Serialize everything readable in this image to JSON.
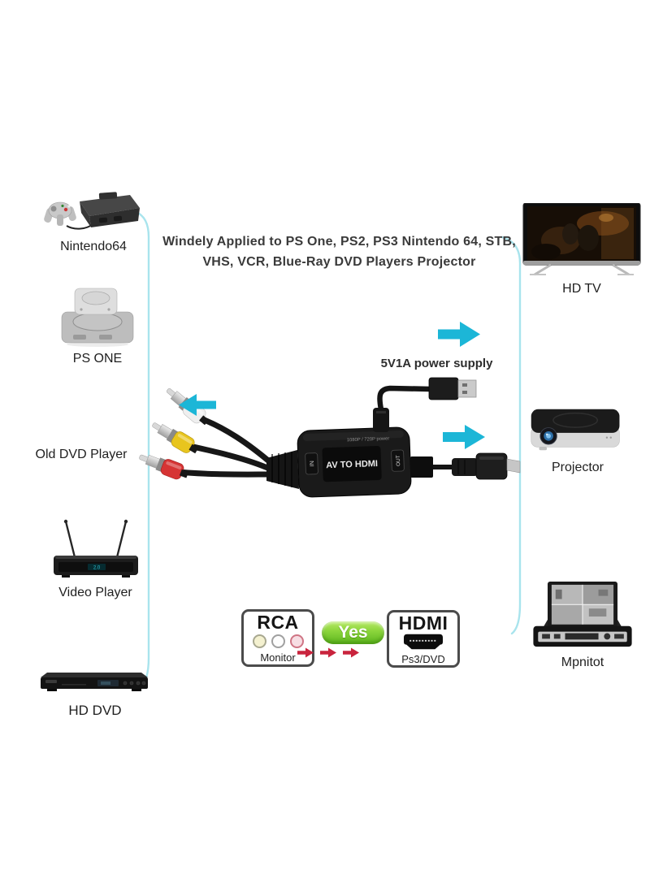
{
  "title": {
    "line1": "Windely Applied to PS One, PS2, PS3 Nintendo 64, STB,",
    "line2": "VHS, VCR, Blue-Ray DVD Players Projector"
  },
  "left_devices": {
    "nintendo64": "Nintendo64",
    "ps_one": "PS ONE",
    "old_dvd_player": "Old DVD Player",
    "video_player": "Video Player",
    "hd_dvd": "HD DVD"
  },
  "right_devices": {
    "hd_tv": "HD TV",
    "projector": "Projector",
    "monitor": "Mpnitot"
  },
  "converter": {
    "power_label": "5V1A power supply",
    "body_label": "AV TO HDMI",
    "spec_label": "1080P / 720P power",
    "in_label": "IN",
    "out_label": "OUT"
  },
  "comparison": {
    "rca_title": "RCA",
    "rca_subtitle": "Monitor",
    "result_label": "Yes",
    "hdmi_title": "HDMI",
    "hdmi_subtitle": "Ps3/DVD"
  },
  "icons": {
    "power_arrow": "cyan-arrow-right",
    "av_input_arrow": "cyan-arrow-left",
    "hdmi_output_arrow": "cyan-arrow-right",
    "conversion_arrows": "red-arrow-right-x3",
    "rca_jacks": "three-rca-circles",
    "hdmi_connector": "hdmi-plug-shape"
  },
  "colors": {
    "arrow_cyan": "#1cb6d7",
    "line_cyan": "#a9e4ed",
    "yes_green_top": "#b7ea67",
    "yes_green_bottom": "#5cb61e",
    "red_arrow": "#c9243d",
    "rca_white": "#f4f1d0",
    "rca_plug_yellow": "#e8c51e",
    "rca_plug_red": "#d63434",
    "text": "#3a3a3a"
  }
}
